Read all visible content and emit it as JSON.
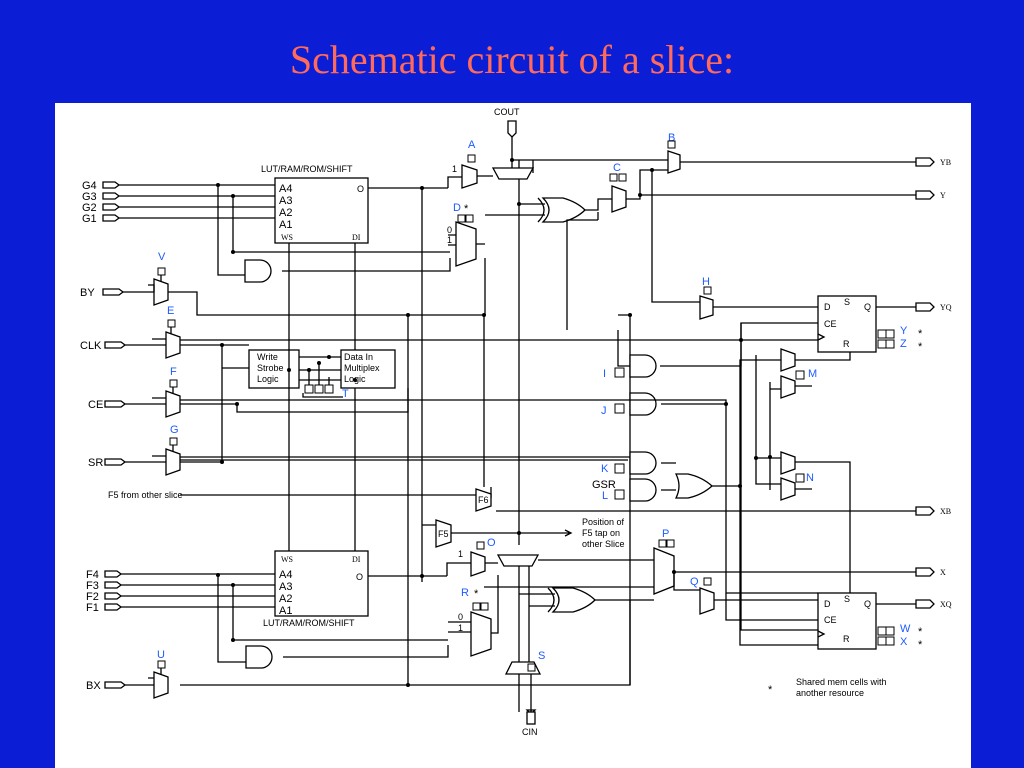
{
  "slide": {
    "title": "Schematic circuit of a slice:"
  },
  "diagram": {
    "lut_top": {
      "title": "LUT/RAM/ROM/SHIFT",
      "pins": [
        "A4",
        "A3",
        "A2",
        "A1"
      ],
      "out": "O",
      "ws": "WS",
      "di": "DI"
    },
    "lut_bottom": {
      "title": "LUT/RAM/ROM/SHIFT",
      "pins": [
        "A4",
        "A3",
        "A2",
        "A1"
      ],
      "out": "O",
      "ws": "WS",
      "di": "DI"
    },
    "g_inputs": [
      "G4",
      "G3",
      "G2",
      "G1"
    ],
    "f_inputs": [
      "F4",
      "F3",
      "F2",
      "F1"
    ],
    "side_inputs": [
      "BY",
      "CLK",
      "CE",
      "SR",
      "BX"
    ],
    "f5_other": "F5 from other slice",
    "carry_out": "COUT",
    "carry_in": "CIN",
    "write_strobe": [
      "Write",
      "Strobe",
      "Logic"
    ],
    "data_in_mux": [
      "Data In",
      "Multiplex",
      "Logic"
    ],
    "outputs": [
      "YB",
      "Y",
      "YQ",
      "XB",
      "X",
      "XQ"
    ],
    "mux_letters": [
      "A",
      "B",
      "C",
      "D",
      "E",
      "F",
      "G",
      "H",
      "I",
      "J",
      "K",
      "L",
      "M",
      "N",
      "O",
      "P",
      "Q",
      "R",
      "S",
      "T",
      "U",
      "V",
      "W",
      "X",
      "Y",
      "Z"
    ],
    "star": "*",
    "ff": {
      "d": "D",
      "s": "S",
      "q": "Q",
      "ce": "CE",
      "r": "R"
    },
    "gsr": "GSR",
    "f5_label": "F5",
    "f6_label": "F6",
    "f5_tap_note": [
      "Position of",
      "F5 tap on",
      "other Slice"
    ],
    "mux_select": [
      "1",
      "0",
      "1",
      "0",
      "1"
    ],
    "legend": [
      "Shared mem cells with",
      "another resource"
    ]
  }
}
